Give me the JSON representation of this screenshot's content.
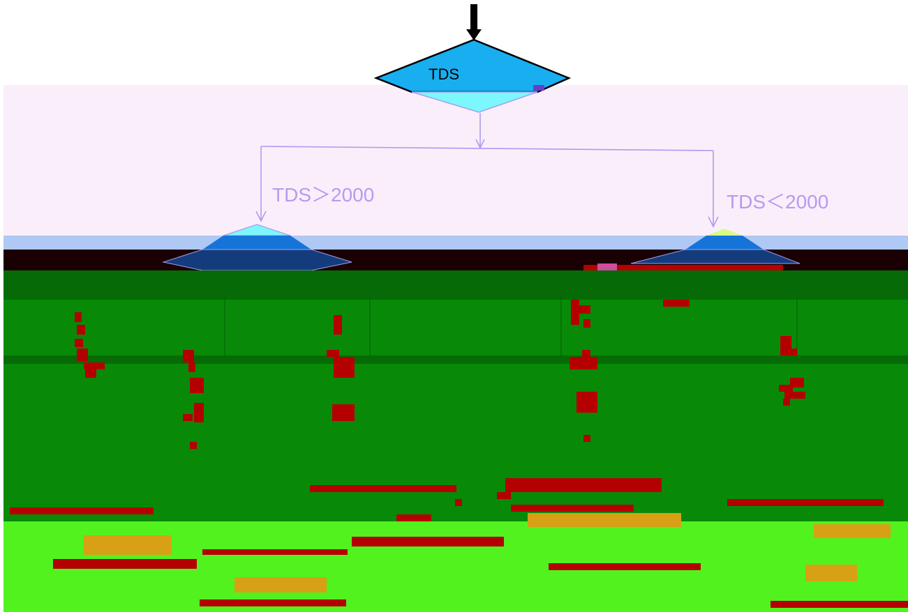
{
  "diagram": {
    "decision_node": {
      "label": "TDS"
    },
    "branches": [
      {
        "condition": "TDS＞2000"
      },
      {
        "condition": "TDS＜2000"
      }
    ]
  },
  "colors": {
    "diamond_fill": "#18aef0",
    "diamond_lower": "#7cf7fb",
    "connector": "#a99cf0",
    "glitch_red": "#b00000",
    "band_green": "#088a08",
    "band_lime": "#52f21f"
  }
}
